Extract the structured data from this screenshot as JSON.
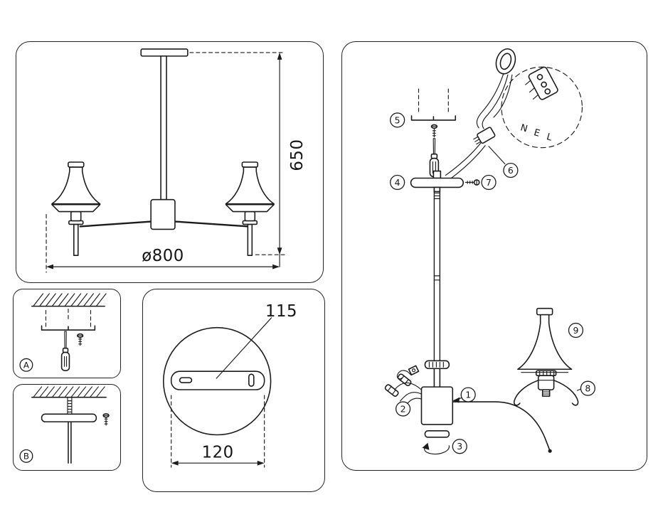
{
  "chandelier": {
    "height_dim": "650",
    "diameter_dim": "ø800"
  },
  "detail_a": {
    "label": "A"
  },
  "detail_b": {
    "label": "B"
  },
  "bracket": {
    "hole_dim": "115",
    "width_dim": "120"
  },
  "assembly": {
    "wires": {
      "n": "N",
      "e": "E",
      "l": "L"
    },
    "callouts": {
      "c1": "1",
      "c2": "2",
      "c3": "3",
      "c4": "4",
      "c5": "5",
      "c6": "6",
      "c7": "7",
      "c8": "8",
      "c9": "9"
    }
  },
  "colors": {
    "line": "#1c1c1c",
    "background": "#ffffff"
  }
}
